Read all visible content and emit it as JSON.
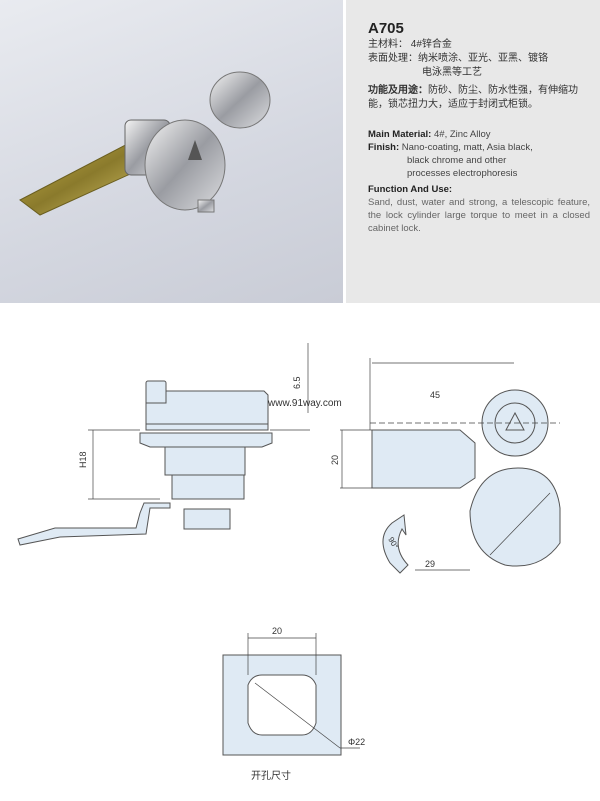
{
  "product": {
    "model": "A705",
    "cn": {
      "material_label": "主材料：",
      "material_value": "4#锌合金",
      "finish_label": "表面处理：",
      "finish_value": "纳米喷涂、亚光、亚黑、镀铬",
      "finish_value2": "电泳黑等工艺",
      "use_label": "功能及用途：",
      "use_value": "防砂、防尘、防水性强，有伸缩功能，锁芯扭力大，适应于封闭式柜锁。"
    },
    "en": {
      "material_label": "Main Material:",
      "material_value": "4#, Zinc Alloy",
      "finish_label": "Finish:",
      "finish_value": "Nano-coating, matt, Asia black,",
      "finish_value2": "black chrome and other",
      "finish_value3": "processes electrophoresis",
      "use_label": "Function And Use:",
      "use_value": "Sand, dust, water and strong, a telescopic feature, the lock cylinder large torque to meet in a closed cabinet lock."
    }
  },
  "drawing": {
    "dim_65": "6.5",
    "dim_h18": "H18",
    "dim_45": "45",
    "dim_20": "20",
    "dim_29": "29",
    "rotation": "90°",
    "watermark": "www.91way.com",
    "cutout_width": "20",
    "cutout_diameter": "Φ22",
    "caption": "开孔尺寸"
  }
}
